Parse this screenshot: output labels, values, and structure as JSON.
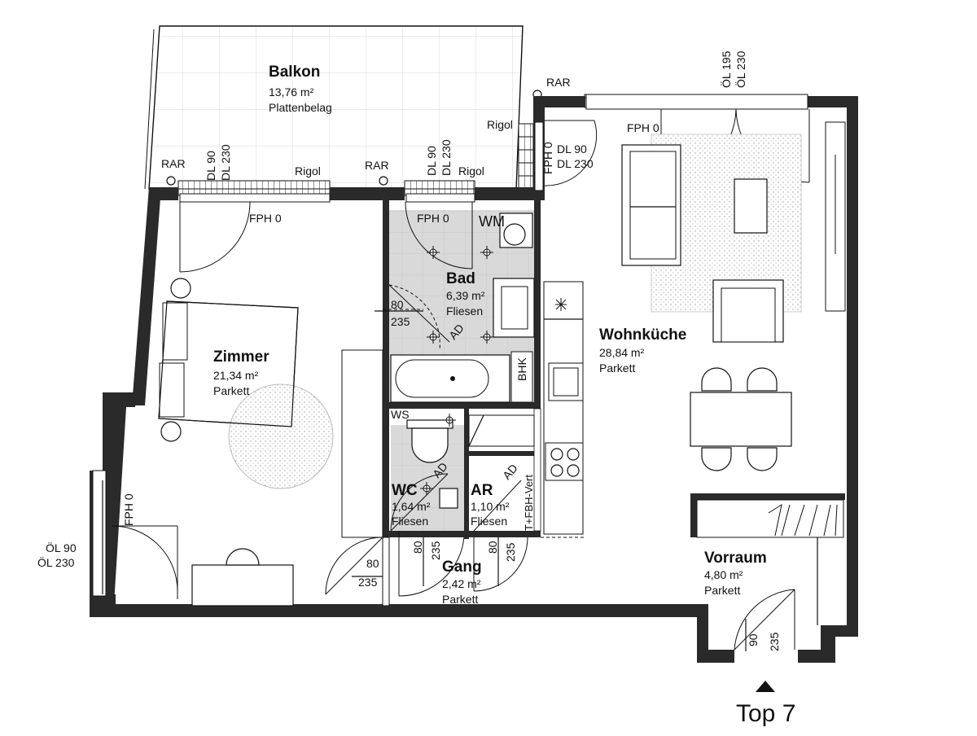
{
  "plan": {
    "unit_label": "Top 7",
    "rooms": {
      "balkon": {
        "name": "Balkon",
        "area": "13,76 m²",
        "floor": "Plattenbelag"
      },
      "bad": {
        "name": "Bad",
        "area": "6,39 m²",
        "floor": "Fliesen"
      },
      "zimmer": {
        "name": "Zimmer",
        "area": "21,34 m²",
        "floor": "Parkett"
      },
      "wohnkueche": {
        "name": "Wohnküche",
        "area": "28,84 m²",
        "floor": "Parkett"
      },
      "wc": {
        "name": "WC",
        "area": "1,64 m²",
        "floor": "Fliesen"
      },
      "ar": {
        "name": "AR",
        "area": "1,10 m²",
        "floor": "Fliesen"
      },
      "gang": {
        "name": "Gang",
        "area": "2,42 m²",
        "floor": "Parkett"
      },
      "vorraum": {
        "name": "Vorraum",
        "area": "4,80 m²",
        "floor": "Parkett"
      }
    },
    "labels": {
      "rar": "RAR",
      "rigol": "Rigol",
      "fph0": "FPH 0",
      "dl90": "DL 90",
      "dl230": "DL 230",
      "ol195": "ÖL 195",
      "ol230": "ÖL 230",
      "ol90": "ÖL 90",
      "wm": "WM",
      "bhk": "BHK",
      "ws": "WS",
      "ad": "AD",
      "tfbh": "T+FBH-Vert",
      "d80": "80",
      "d90": "90",
      "d235": "235"
    }
  }
}
